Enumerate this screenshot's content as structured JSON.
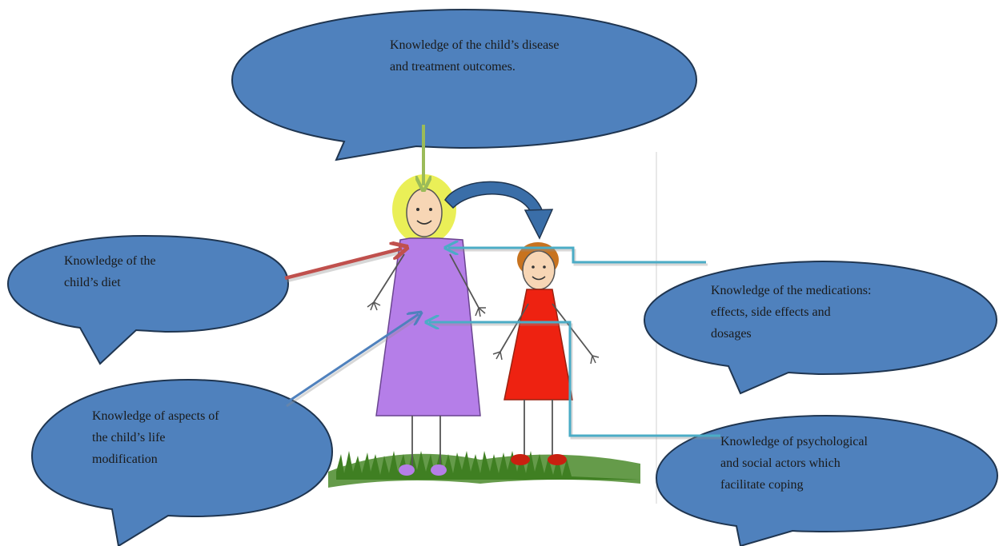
{
  "diagram": {
    "bubbles": [
      {
        "id": "disease",
        "lines": [
          "Knowledge of the child’s disease",
          "and treatment outcomes."
        ]
      },
      {
        "id": "diet",
        "lines": [
          "Knowledge of the",
          "child’s diet"
        ]
      },
      {
        "id": "medications",
        "lines": [
          "Knowledge of the medications:",
          "effects, side effects and",
          "dosages"
        ]
      },
      {
        "id": "life",
        "lines": [
          "Knowledge of aspects of",
          "the child’s life",
          "modification"
        ]
      },
      {
        "id": "psych",
        "lines": [
          "Knowledge of psychological",
          "and social actors which",
          "facilitate coping"
        ]
      }
    ],
    "colors": {
      "bubble_fill": "#4f81bd",
      "bubble_stroke": "#1f3550",
      "arrow_green": "#9bbb59",
      "arrow_red": "#c0504d",
      "arrow_cyan": "#4bacc6",
      "arrow_blue": "#4f81bd",
      "curved_arrow": "#3a6ea8",
      "mother_dress": "#b57ee8",
      "mother_hair": "#e6ec3a",
      "child_dress": "#ee2211",
      "child_hair": "#c8731f",
      "grass": "#4a8a2a"
    }
  }
}
